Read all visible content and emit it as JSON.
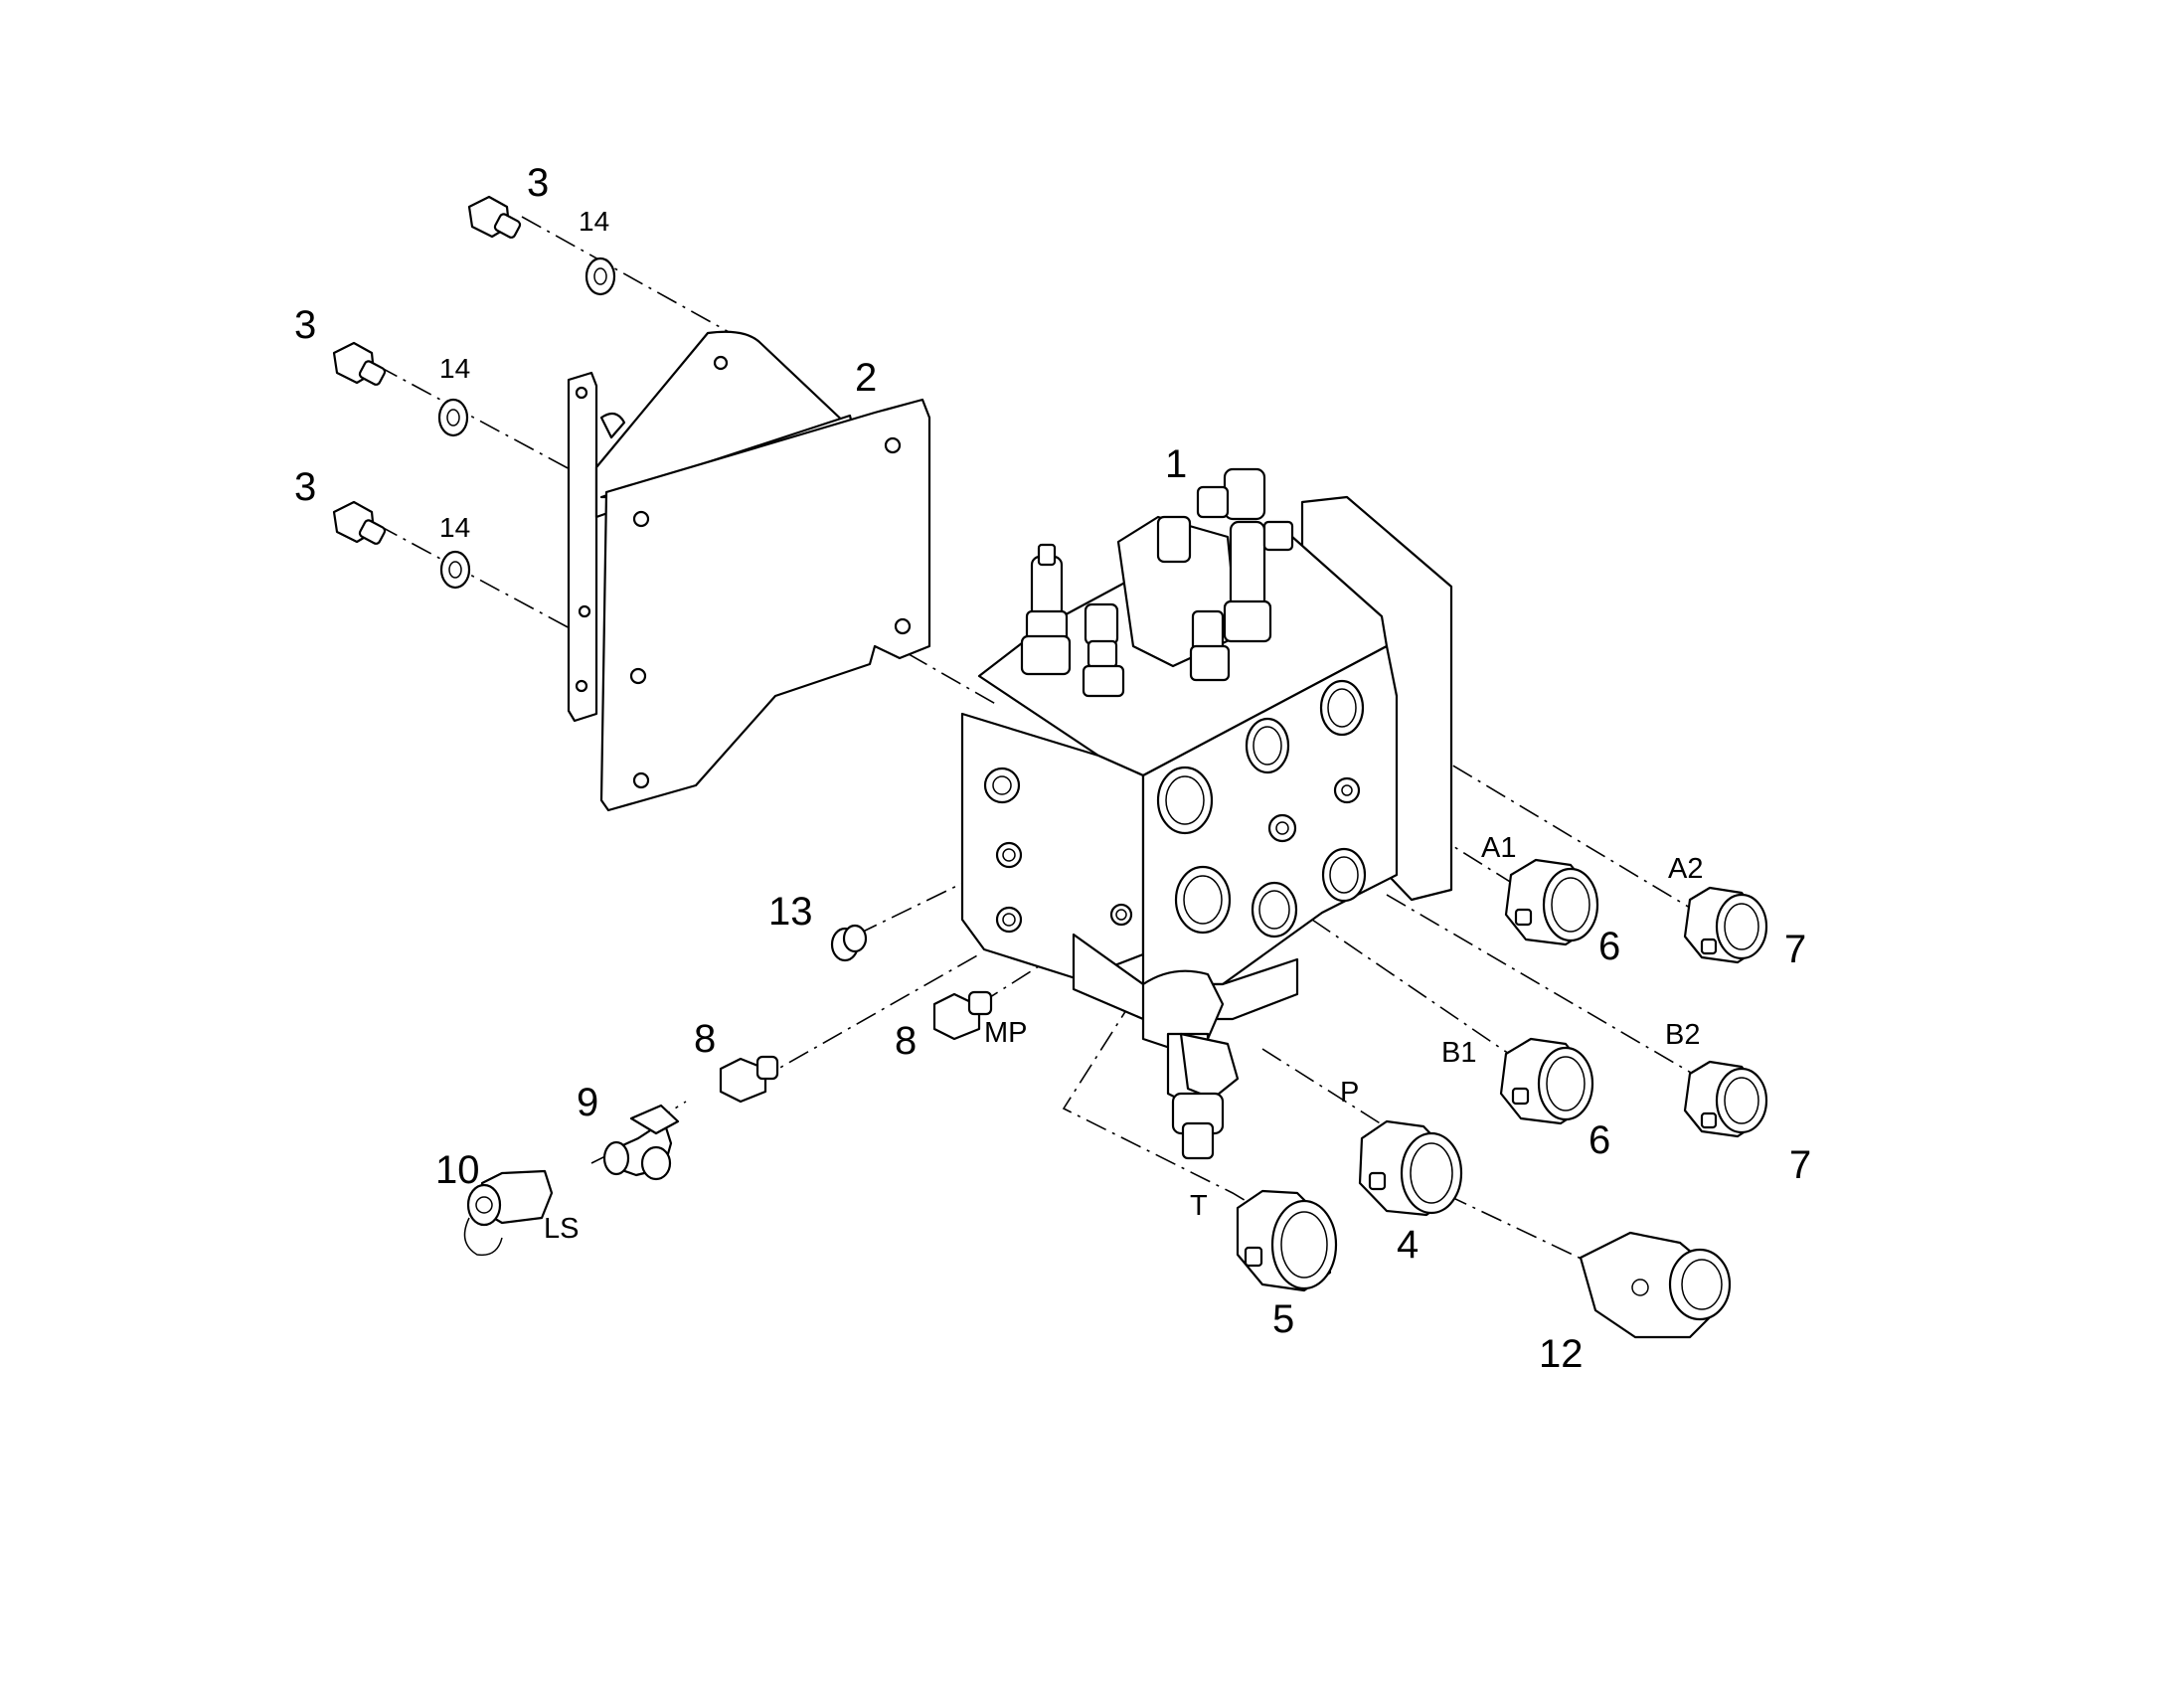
{
  "callouts": {
    "item_1": "1",
    "item_2": "2",
    "item_3a": "3",
    "item_3b": "3",
    "item_3c": "3",
    "item_4": "4",
    "item_5": "5",
    "item_6a": "6",
    "item_6b": "6",
    "item_7a": "7",
    "item_7b": "7",
    "item_8a": "8",
    "item_8b": "8",
    "item_9": "9",
    "item_10": "10",
    "item_12": "12",
    "item_13": "13",
    "item_14a": "14",
    "item_14b": "14",
    "item_14c": "14"
  },
  "ports": {
    "a1": "A1",
    "a2": "A2",
    "b1": "B1",
    "b2": "B2",
    "p": "P",
    "t": "T",
    "mp": "MP",
    "ls": "LS"
  }
}
